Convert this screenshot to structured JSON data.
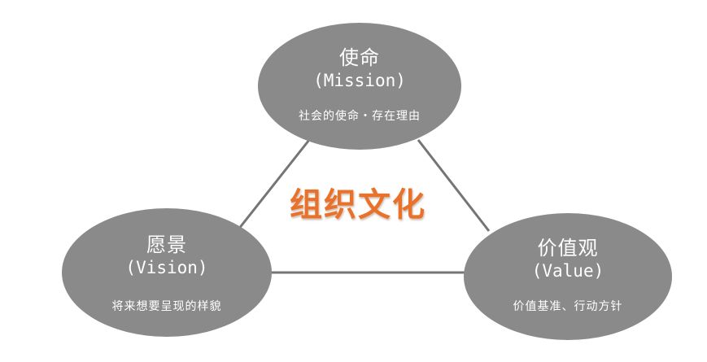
{
  "diagram": {
    "center_title": "组织文化",
    "nodes": {
      "mission": {
        "title": "使命",
        "subtitle": "(Mission)",
        "description": "社会的使命・存在理由"
      },
      "vision": {
        "title": "愿景",
        "subtitle": "(Vision)",
        "description": "将来想要呈现的样貌"
      },
      "values": {
        "title": "价值观",
        "subtitle": "(Value)",
        "description": "价值基准、行动方针"
      }
    },
    "colors": {
      "node_fill": "#8a8a8a",
      "connector": "#757575",
      "node_text": "#ffffff",
      "center_title": "#e8712b"
    }
  }
}
